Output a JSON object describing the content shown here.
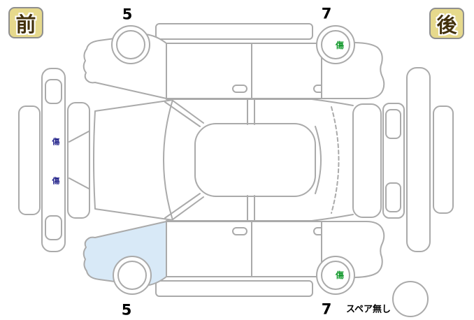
{
  "diagram": {
    "front_badge": "前",
    "rear_badge": "後",
    "tire_labels": {
      "top_front": "5",
      "top_rear": "7",
      "bottom_front": "5",
      "bottom_rear": "7"
    },
    "damage_marks": {
      "front_bumper_upper": "傷",
      "front_bumper_lower": "傷",
      "top_rear_wheel": "傷",
      "bottom_rear_wheel": "傷"
    },
    "spare_tire_note": "スペア無し",
    "colors": {
      "outline": "#aaaaaa",
      "badge_background": "#e6d98c",
      "badge_border": "#8f8f8f",
      "badge_text": "#43310b",
      "damage_mark_blue": "#2b2b8f",
      "damage_mark_green": "#169a2f",
      "highlighted_panel": "#d8e9f7",
      "number_text": "#000000"
    }
  }
}
